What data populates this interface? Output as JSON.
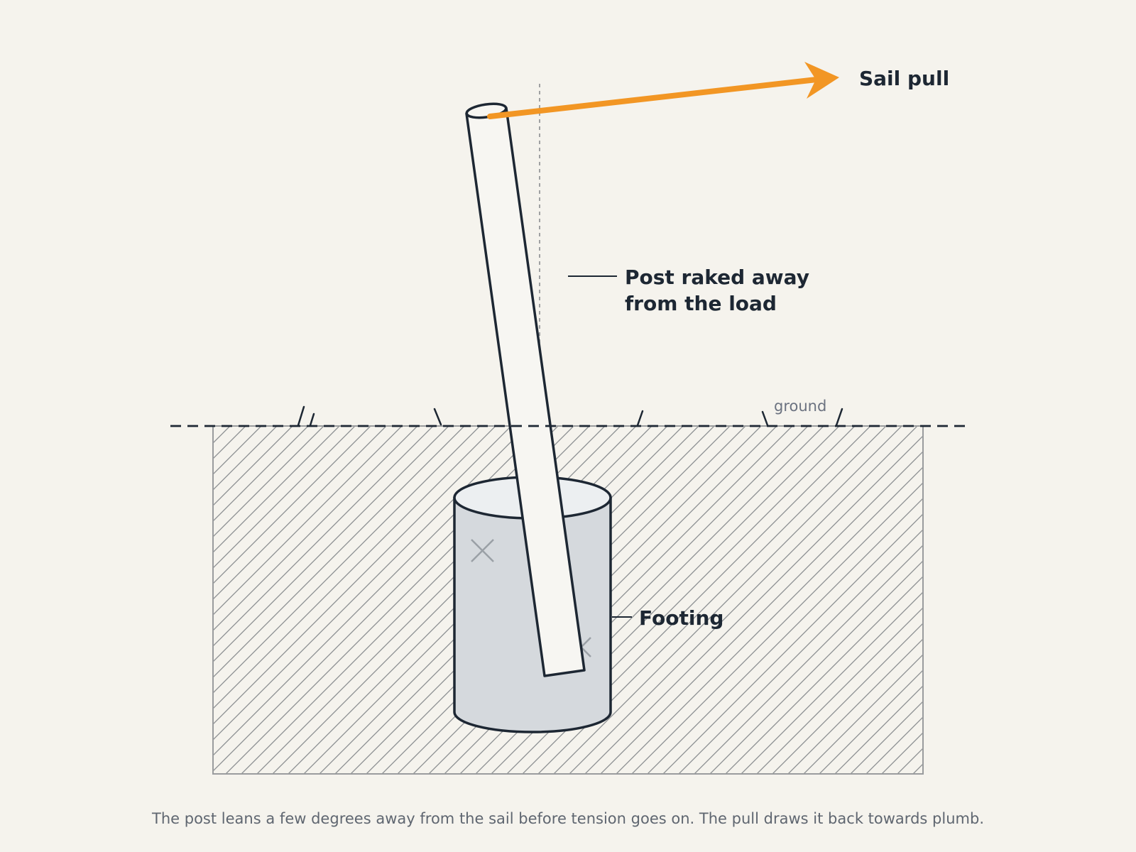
{
  "labels": {
    "sail_pull": "Sail pull",
    "post_line1": "Post raked away",
    "post_line2": "from the load",
    "ground": "ground",
    "footing": "Footing"
  },
  "caption": "The post leans a few degrees away from the sail before tension goes on. The pull draws it back towards plumb.",
  "colors": {
    "background": "#f5f3ed",
    "ink": "#1d2733",
    "arrow": "#f29624",
    "concrete": "#d5d9dd",
    "concrete_top": "#eceff1",
    "post": "#f7f6f2",
    "hatch": "#8a8d90",
    "muted_text": "#6b7280"
  }
}
